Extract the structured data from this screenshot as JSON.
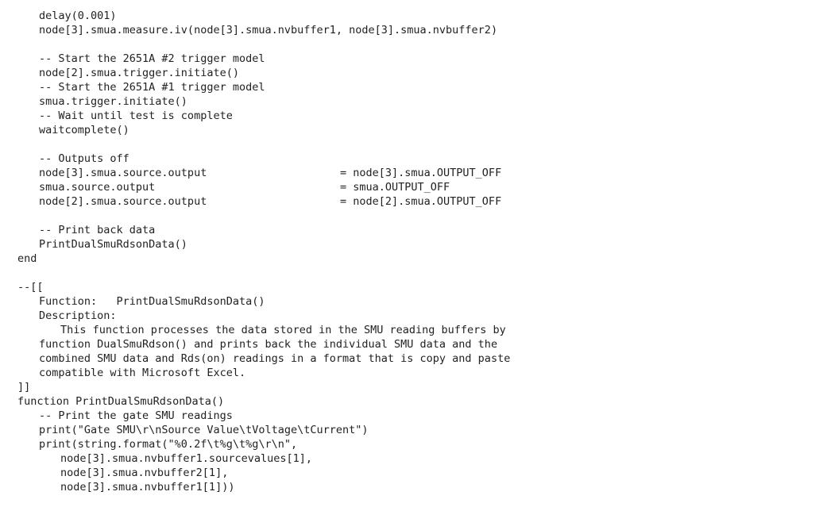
{
  "lines": [
    {
      "indent": 1,
      "text": "delay(0.001)"
    },
    {
      "indent": 1,
      "text": "node[3].smua.measure.iv(node[3].smua.nvbuffer1, node[3].smua.nvbuffer2)"
    },
    {
      "indent": 1,
      "text": ""
    },
    {
      "indent": 1,
      "text": "-- Start the 2651A #2 trigger model"
    },
    {
      "indent": 1,
      "text": "node[2].smua.trigger.initiate()"
    },
    {
      "indent": 1,
      "text": "-- Start the 2651A #1 trigger model"
    },
    {
      "indent": 1,
      "text": "smua.trigger.initiate()"
    },
    {
      "indent": 1,
      "text": "-- Wait until test is complete"
    },
    {
      "indent": 1,
      "text": "waitcomplete()"
    },
    {
      "indent": 1,
      "text": ""
    },
    {
      "indent": 1,
      "text": "-- Outputs off"
    },
    {
      "indent": 1,
      "text": "node[3].smua.source.output",
      "rhs": "= node[3].smua.OUTPUT_OFF"
    },
    {
      "indent": 1,
      "text": "smua.source.output",
      "rhs": "= smua.OUTPUT_OFF"
    },
    {
      "indent": 1,
      "text": "node[2].smua.source.output",
      "rhs": "= node[2].smua.OUTPUT_OFF"
    },
    {
      "indent": 1,
      "text": ""
    },
    {
      "indent": 1,
      "text": "-- Print back data"
    },
    {
      "indent": 1,
      "text": "PrintDualSmuRdsonData()"
    },
    {
      "indent": 0,
      "text": "end"
    },
    {
      "indent": 0,
      "text": ""
    },
    {
      "indent": 0,
      "text": "--[["
    },
    {
      "indent": 1,
      "text": "Function:   PrintDualSmuRdsonData()"
    },
    {
      "indent": 1,
      "text": "Description:"
    },
    {
      "indent": 2,
      "text": "This function processes the data stored in the SMU reading buffers by"
    },
    {
      "indent": 1,
      "text": "function DualSmuRdson() and prints back the individual SMU data and the"
    },
    {
      "indent": 1,
      "text": "combined SMU data and Rds(on) readings in a format that is copy and paste"
    },
    {
      "indent": 1,
      "text": "compatible with Microsoft Excel."
    },
    {
      "indent": 0,
      "text": "]]"
    },
    {
      "indent": 0,
      "text": "function PrintDualSmuRdsonData()"
    },
    {
      "indent": 1,
      "text": "-- Print the gate SMU readings"
    },
    {
      "indent": 1,
      "text": "print(\"Gate SMU\\r\\nSource Value\\tVoltage\\tCurrent\")"
    },
    {
      "indent": 1,
      "text": "print(string.format(\"%0.2f\\t%g\\t%g\\r\\n\","
    },
    {
      "indent": 2,
      "text": "node[3].smua.nvbuffer1.sourcevalues[1],"
    },
    {
      "indent": 2,
      "text": "node[3].smua.nvbuffer2[1],"
    },
    {
      "indent": 2,
      "text": "node[3].smua.nvbuffer1[1]))"
    }
  ]
}
